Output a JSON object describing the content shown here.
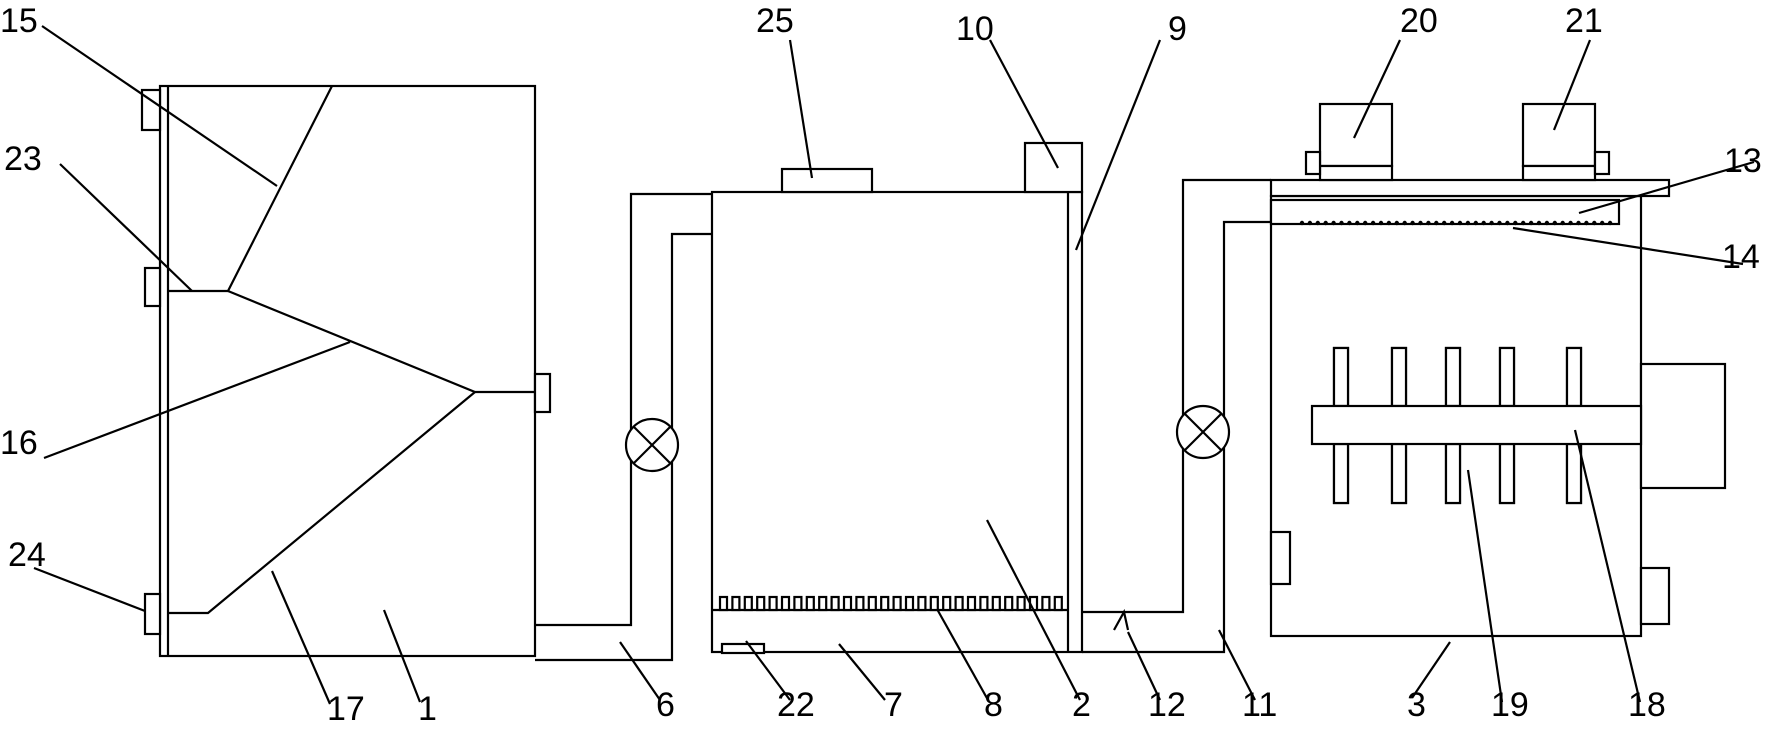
{
  "labels": {
    "n1": "1",
    "n2": "2",
    "n3": "3",
    "n6": "6",
    "n7": "7",
    "n8": "8",
    "n9": "9",
    "n10": "10",
    "n11": "11",
    "n12": "12",
    "n13": "13",
    "n14": "14",
    "n15": "15",
    "n16": "16",
    "n17": "17",
    "n18": "18",
    "n19": "19",
    "n20": "20",
    "n21": "21",
    "n22": "22",
    "n23": "23",
    "n24": "24",
    "n25": "25"
  }
}
